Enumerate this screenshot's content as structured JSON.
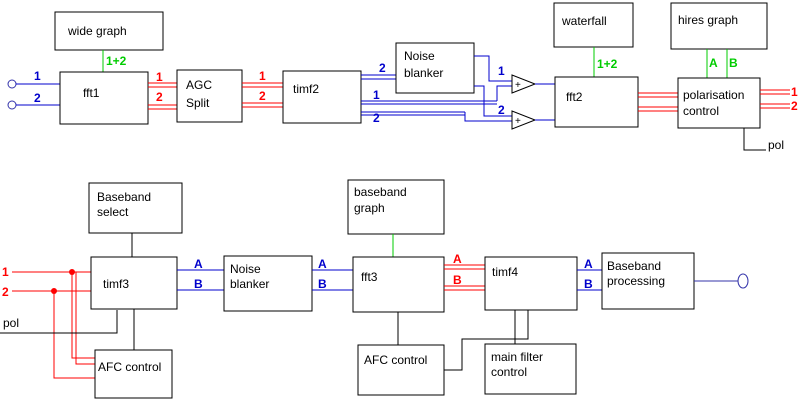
{
  "colors": {
    "red": "#ff0000",
    "blue": "#0000cc",
    "green": "#00cc00",
    "black": "#000000"
  },
  "top_row": {
    "wide_graph": "wide graph",
    "fft1": "fft1",
    "agc_line1": "AGC",
    "agc_line2": "Split",
    "timf2": "timf2",
    "noise_blanker_line1": "Noise",
    "noise_blanker_line2": "blanker",
    "waterfall": "waterfall",
    "fft2": "fft2",
    "hires_graph": "hires graph",
    "polarisation_line1": "polarisation",
    "polarisation_line2": "control",
    "pol_output": "pol",
    "label_1_plus_2_wide": "1+2",
    "label_1_plus_2_waterfall": "1+2",
    "label_A_hires": "A",
    "label_B_hires": "B",
    "in_1": "1",
    "in_2": "2",
    "fft1_out_1": "1",
    "fft1_out_2": "2",
    "agc_out_1": "1",
    "agc_out_2": "2",
    "timf2_nb_2": "2",
    "timf2_out_1": "1",
    "timf2_out_2": "2",
    "nb_out_1": "1",
    "nb_out_2": "2",
    "pol_out_1": "1",
    "pol_out_2": "2",
    "adder_plus": "+"
  },
  "bottom_row": {
    "baseband_select_line1": "Baseband",
    "baseband_select_line2": "select",
    "timf3": "timf3",
    "afc_control_left": "AFC control",
    "noise_blanker_line1": "Noise",
    "noise_blanker_line2": "blanker",
    "baseband_graph_line1": "baseband",
    "baseband_graph_line2": "graph",
    "fft3": "fft3",
    "afc_control_mid": "AFC control",
    "timf4": "timf4",
    "main_filter_line1": "main filter",
    "main_filter_line2": "control",
    "baseband_processing_line1": "Baseband",
    "baseband_processing_line2": "processing",
    "pol_input": "pol",
    "in_1": "1",
    "in_2": "2",
    "timf3_A": "A",
    "timf3_B": "B",
    "nb_A": "A",
    "nb_B": "B",
    "fft3_A": "A",
    "fft3_B": "B",
    "timf4_A": "A",
    "timf4_B": "B"
  }
}
